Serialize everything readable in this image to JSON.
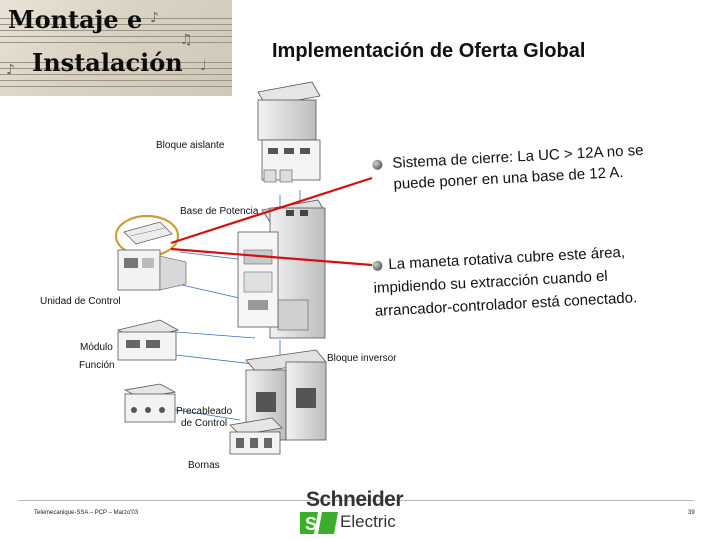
{
  "header": {
    "title_line1": "Montaje e",
    "title_line2": "Instalación",
    "title": "Implementación de Oferta Global"
  },
  "labels": {
    "bloque_aislante": "Bloque aislante",
    "base_potencia": "Base de Potencia",
    "unidad_control": "Unidad de Control",
    "modulo": "Módulo",
    "funcion": "Función",
    "bloque_inversor": "Bloque inversor",
    "precableado_1": "Precableado",
    "precableado_2": "de Control",
    "bornas": "Bornas"
  },
  "notes": [
    {
      "line1": "Sistema de cierre: La UC > 12A no se",
      "line2": "puede poner en una base de 12 A."
    },
    {
      "line1": "La maneta rotativa cubre este área,",
      "line2": "impidiendo su extracción cuando el",
      "line3": "arrancador-controlador está conectado."
    }
  ],
  "footer": {
    "left": "Telemecanique-SSA – PCP – Marzo'03",
    "page": "39"
  },
  "logo": {
    "line1": "Schneider",
    "line2": "Electric",
    "brand_color": "#3dae2b"
  },
  "colors": {
    "callout_line": "#d41010",
    "leader_line": "#3b6fb5"
  }
}
